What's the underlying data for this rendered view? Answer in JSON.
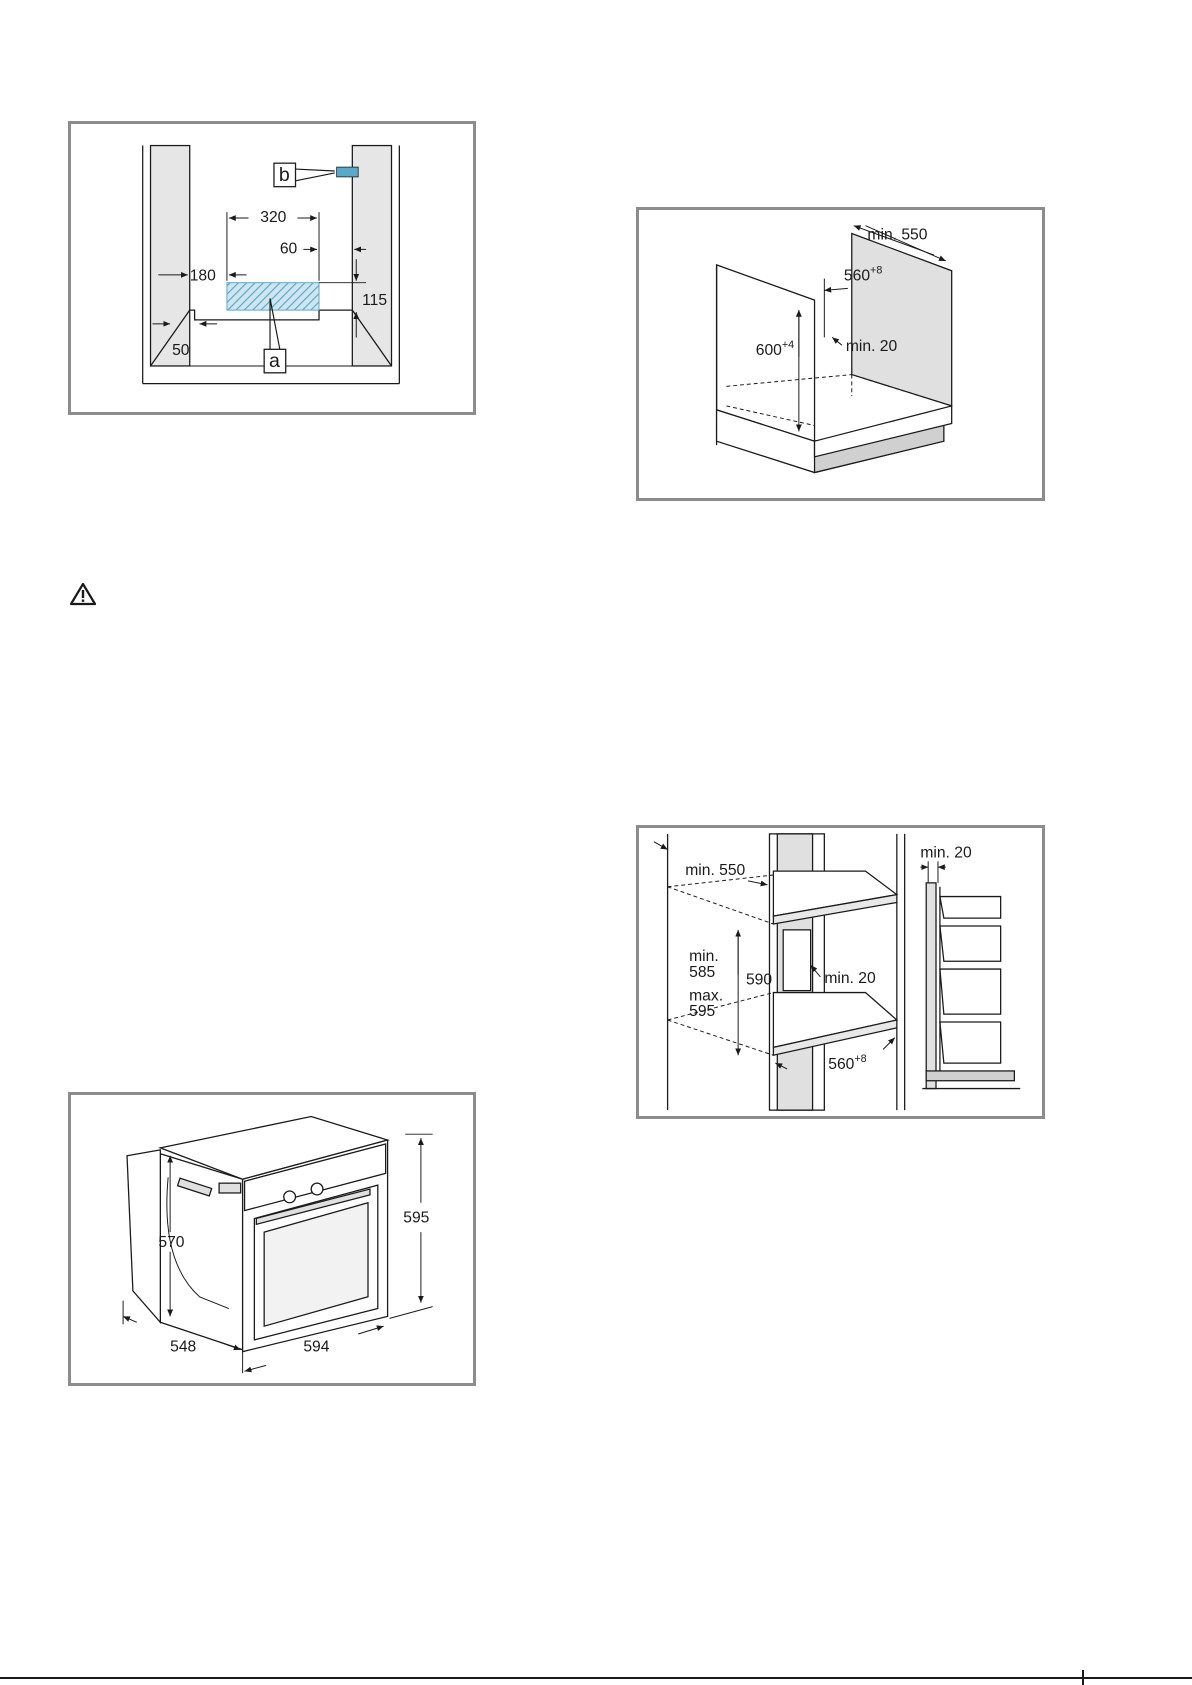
{
  "figure_floor_opening": {
    "dim_width": "320",
    "dim_side_offset": "60",
    "dim_left": "180",
    "dim_depth": "115",
    "dim_bottom_left": "50",
    "label_a": "a",
    "label_b": "b",
    "hatch_color": "#5aa9c9"
  },
  "figure_base_unit": {
    "dim_depth": "min. 550",
    "dim_width": "560",
    "dim_width_tol": "+8",
    "dim_height": "600",
    "dim_height_tol": "+4",
    "dim_gap": "min. 20"
  },
  "figure_tall_unit": {
    "dim_depth": "min. 550",
    "dim_gap_top": "min. 20",
    "dim_height_min_label": "min.",
    "dim_height_min": "585",
    "dim_height_nominal": "590",
    "dim_height_max_label": "max.",
    "dim_height_max": "595",
    "dim_gap_back": "min. 20",
    "dim_width": "560",
    "dim_width_tol": "+8"
  },
  "figure_appliance": {
    "dim_height": "595",
    "dim_body_depth": "570",
    "dim_depth": "548",
    "dim_width": "594"
  }
}
